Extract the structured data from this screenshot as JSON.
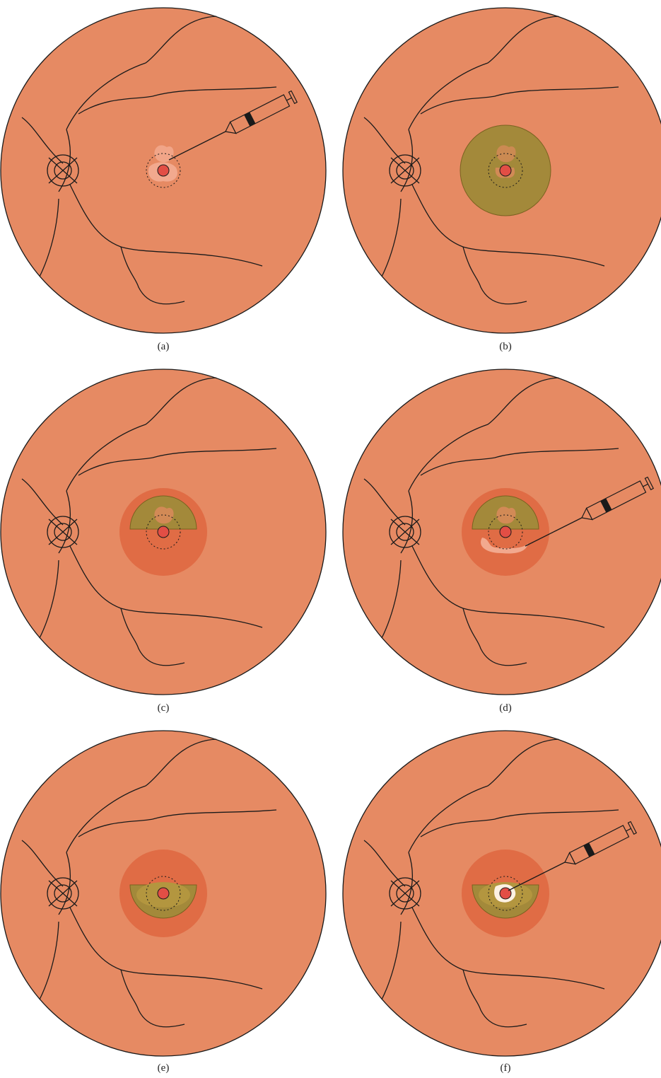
{
  "figure": {
    "panels": [
      {
        "label": "(a)",
        "syringe": true,
        "macular_zone": false,
        "bubble": "none",
        "detachment": "initial"
      },
      {
        "label": "(b)",
        "syringe": false,
        "macular_zone": false,
        "bubble": "full",
        "detachment": "initial"
      },
      {
        "label": "(c)",
        "syringe": false,
        "macular_zone": true,
        "bubble": "upper",
        "detachment": "initial"
      },
      {
        "label": "(d)",
        "syringe": true,
        "macular_zone": true,
        "bubble": "upper",
        "detachment": "inferior"
      },
      {
        "label": "(e)",
        "syringe": false,
        "macular_zone": true,
        "bubble": "lower",
        "detachment": "resolved"
      },
      {
        "label": "(f)",
        "syringe": true,
        "macular_zone": true,
        "bubble": "lower",
        "detachment": "white"
      }
    ],
    "colors": {
      "fundus": "#e68a63",
      "macular_zone": "#e06c45",
      "gas_bubble": "#a3893a",
      "gas_bubble_inner": "#b3963f",
      "fovea": "#e24e45",
      "blood": "#f2a98e",
      "vessel": "#1a1a1a"
    }
  }
}
